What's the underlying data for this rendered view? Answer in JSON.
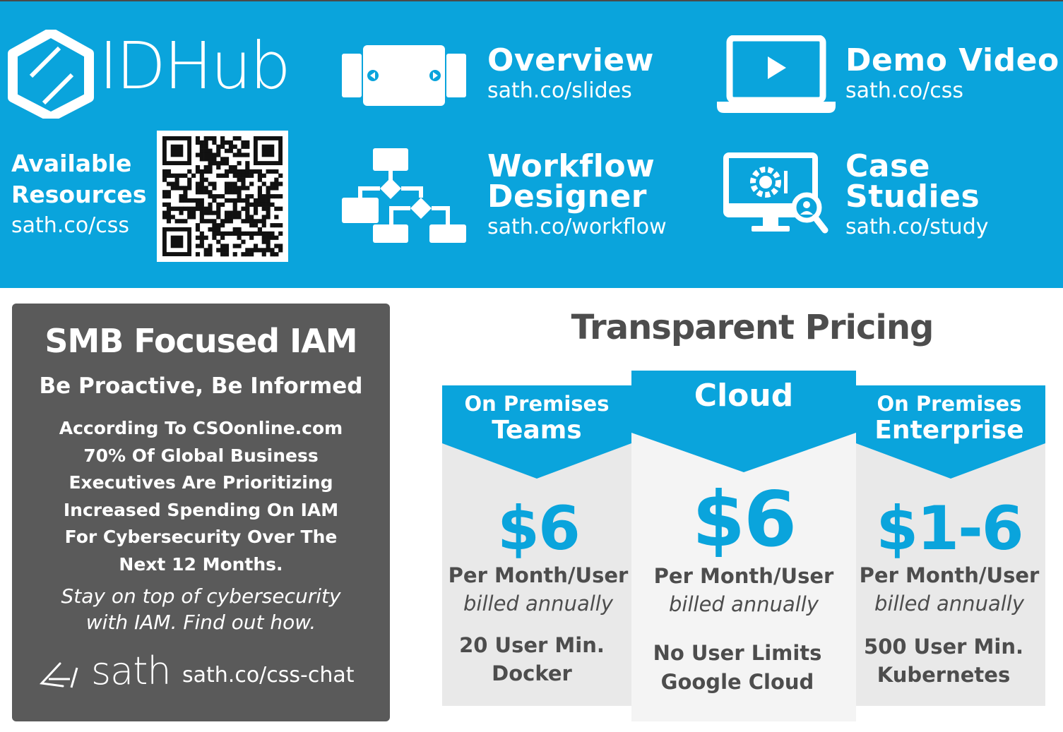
{
  "header": {
    "logo_text": "IDHub",
    "resources_label_line1": "Available",
    "resources_label_line2": "Resources",
    "resources_link": "sath.co/css",
    "items": [
      {
        "title_line1": "Overview",
        "title_line2": "",
        "url": "sath.co/slides",
        "icon": "slides-icon"
      },
      {
        "title_line1": "Demo Video",
        "title_line2": "",
        "url": "sath.co/css",
        "icon": "laptop-play-icon"
      },
      {
        "title_line1": "Workflow",
        "title_line2": "Designer",
        "url": "sath.co/workflow",
        "icon": "flowchart-icon"
      },
      {
        "title_line1": "Case",
        "title_line2": "Studies",
        "url": "sath.co/study",
        "icon": "monitor-gear-icon"
      }
    ]
  },
  "card": {
    "title": "SMB Focused IAM",
    "subtitle": "Be Proactive, Be Informed",
    "body_lines": [
      "According To CSOonline.com",
      "70% Of Global Business",
      "Executives Are Prioritizing",
      "Increased Spending On IAM",
      "For Cybersecurity Over The",
      "Next 12 Months."
    ],
    "italic_lines": [
      "Stay on top of cybersecurity",
      "with IAM. Find out how."
    ],
    "brand": "sath",
    "link": "sath.co/css-chat"
  },
  "pricing": {
    "title": "Transparent Pricing",
    "plans": [
      {
        "label_small": "On Premises",
        "label_large": "Teams",
        "price": "$6",
        "per": "Per Month/User",
        "billed": "billed annually",
        "feature1": "20 User Min.",
        "feature2": "Docker"
      },
      {
        "label_small": "",
        "label_large": "Cloud",
        "price": "$6",
        "per": "Per Month/User",
        "billed": "billed annually",
        "feature1": "No User Limits",
        "feature2": "Google Cloud"
      },
      {
        "label_small": "On Premises",
        "label_large": "Enterprise",
        "price": "$1-6",
        "per": "Per Month/User",
        "billed": "billed annually",
        "feature1": "500 User Min.",
        "feature2": "Kubernetes"
      }
    ]
  },
  "colors": {
    "brand_blue": "#0aa4dc",
    "card_gray": "#5a5a5a",
    "text_gray": "#4d4d4d"
  }
}
